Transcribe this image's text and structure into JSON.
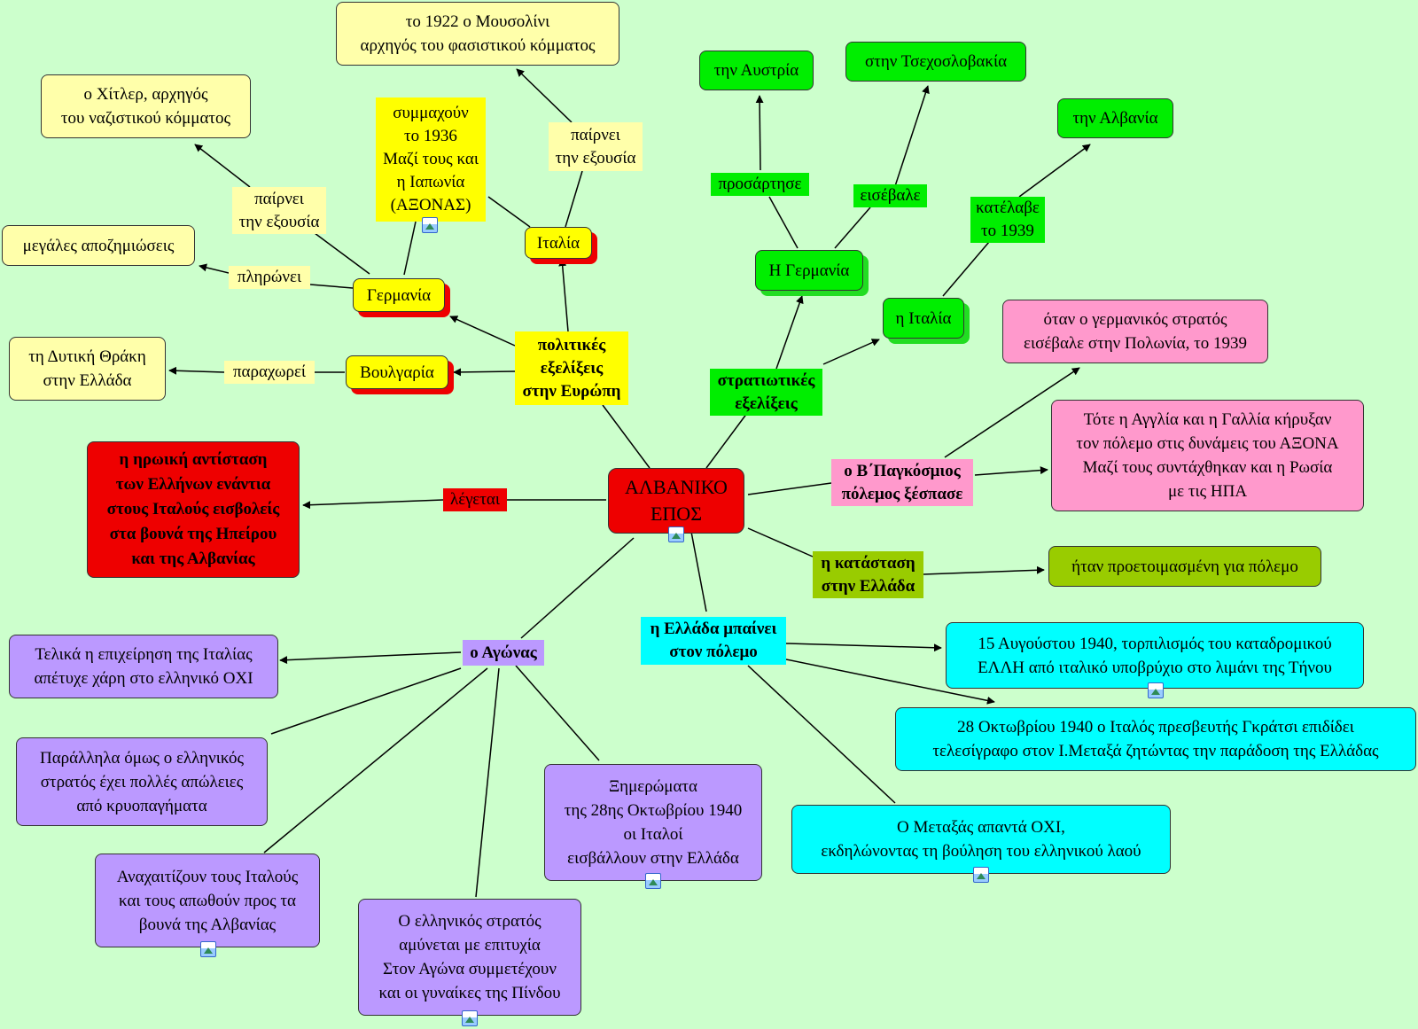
{
  "center": {
    "lines": [
      "ΑΛΒΑΝΙΚΟ",
      "ΕΠΟΣ"
    ]
  },
  "politics": {
    "heading": [
      "πολιτικές",
      "εξελίξεις",
      "στην Ευρώπη"
    ],
    "italy": "Ιταλία",
    "italy_link": [
      "παίρνει",
      "την εξουσία"
    ],
    "mussolini": [
      "το 1922 ο Μουσολίνι",
      "αρχηγός του φασιστικού κόμματος"
    ],
    "germany": "Γερμανία",
    "germany_power_link": [
      "παίρνει",
      "την εξουσία"
    ],
    "hitler": [
      "ο Χίτλερ, αρχηγός",
      "του ναζιστικού κόμματος"
    ],
    "germany_pays_link": "πληρώνει",
    "reparations": "μεγάλες αποζημιώσεις",
    "axis": [
      "συμμαχούν",
      "το 1936",
      "Μαζί τους και",
      "η Ιαπωνία",
      "(ΑΞΟΝΑΣ)"
    ],
    "bulgaria": "Βουλγαρία",
    "bulgaria_link": "παραχωρεί",
    "thrace": [
      "τη Δυτική Θράκη",
      "στην Ελλάδα"
    ]
  },
  "military": {
    "heading": [
      "στρατιωτικές",
      "εξελίξεις"
    ],
    "germany": "Η Γερμανία",
    "annexed_link": "προσάρτησε",
    "austria": "την Αυστρία",
    "invaded_link": "εισέβαλε",
    "czech": "στην Τσεχοσλοβακία",
    "italy": "η Ιταλία",
    "occupied_link": [
      "κατέλαβε",
      "το 1939"
    ],
    "albania": "την Αλβανία"
  },
  "ww2": {
    "heading": [
      "ο Β΄Παγκόσμιος",
      "πόλεμος ξέσπασε"
    ],
    "when": [
      "όταν ο γερμανικός στρατός",
      "εισέβαλε στην Πολωνία, το 1939"
    ],
    "then": [
      "Τότε η Αγγλία και η Γαλλία κήρυξαν",
      "τον πόλεμο στις δυνάμεις του ΑΞΟΝΑ",
      "Μαζί τους συντάχθηκαν και η Ρωσία",
      "με τις ΗΠΑ"
    ]
  },
  "greece_state": {
    "heading": [
      "η κατάσταση",
      "στην Ελλάδα"
    ],
    "value": "ήταν προετοιμασμένη για πόλεμο"
  },
  "called": {
    "link": "λέγεται",
    "definition": [
      "η ηρωική αντίσταση",
      "των Ελλήνων ενάντια",
      "στους Ιταλούς εισβολείς",
      "στα βουνά της Ηπείρου",
      "και της Αλβανίας"
    ]
  },
  "war_entry": {
    "heading": [
      "η Ελλάδα μπαίνει",
      "στον πόλεμο"
    ],
    "elli": [
      "15 Αυγούστου 1940, τορπιλισμός του καταδρομικού",
      "ΕΛΛΗ από ιταλικό υποβρύχιο στο λιμάνι της Τήνου"
    ],
    "grazzi": [
      "28 Οκτωβρίου 1940 ο Ιταλός πρεσβευτής Γκράτσι επιδίδει",
      "τελεσίγραφο στον Ι.Μεταξά ζητώντας την παράδοση της Ελλάδας"
    ],
    "metaxas": [
      "Ο Μεταξάς απαντά ΟΧΙ,",
      "εκδηλώνοντας τη βούληση του ελληνικού λαού"
    ]
  },
  "struggle": {
    "heading": "ο Αγώνας",
    "failed": [
      "Τελικά η επιχείρηση της Ιταλίας",
      "απέτυχε χάρη στο ελληνικό ΟΧΙ"
    ],
    "losses": [
      "Παράλληλα όμως ο ελληνικός",
      "στρατός έχει πολλές απώλειες",
      "από κρυοπαγήματα"
    ],
    "halt": [
      "Αναχαιτίζουν τους Ιταλούς",
      "και τους απωθούν προς τα",
      "βουνά της Αλβανίας"
    ],
    "defend": [
      "Ο ελληνικός στρατός",
      "αμύνεται με επιτυχία",
      "Στον Αγώνα συμμετέχουν",
      "και οι γυναίκες της Πίνδου"
    ],
    "dawn": [
      "Ξημερώματα",
      "της 28ης Οκτωβρίου 1940",
      "οι Ιταλοί",
      "εισβάλλουν στην Ελλάδα"
    ]
  }
}
